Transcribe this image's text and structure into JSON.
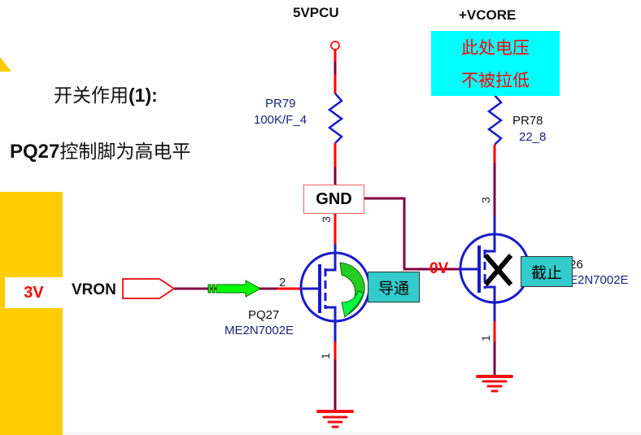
{
  "slide": {
    "title_line1_cn": "开关作用",
    "title_line1_num": "(1):",
    "title_line2_bold": "PQ27",
    "title_line2_cn": "控制脚为高电平"
  },
  "input": {
    "voltage_label": "3V",
    "net_name": "VRON"
  },
  "rails": {
    "left": "5VPCU",
    "right": "+VCORE"
  },
  "note": {
    "line1": "此处电压",
    "line2": "不被拉低"
  },
  "resistors": [
    {
      "ref": "PR79",
      "value": "100K/F_4"
    },
    {
      "ref": "PR78",
      "value": "22_8"
    }
  ],
  "transistors": [
    {
      "ref": "PQ27",
      "part": "ME2N7002E",
      "state": "导通",
      "gate_pin": "2",
      "drain_pin": "3",
      "source_pin": "1"
    },
    {
      "ref": "26",
      "part": "E2N7002E",
      "state": "截止",
      "drain_pin": "3",
      "source_pin": "1"
    }
  ],
  "drain_net_label": "GND",
  "gate_voltage_label": "0V",
  "colors": {
    "wire": "#800040",
    "wire_active": "#ff0000",
    "component": "#0000cc",
    "accent_yellow": "#ffcc00",
    "note_bg": "#00ffff",
    "tag_bg": "#33cccc",
    "arrow_green": "#00ff00"
  }
}
